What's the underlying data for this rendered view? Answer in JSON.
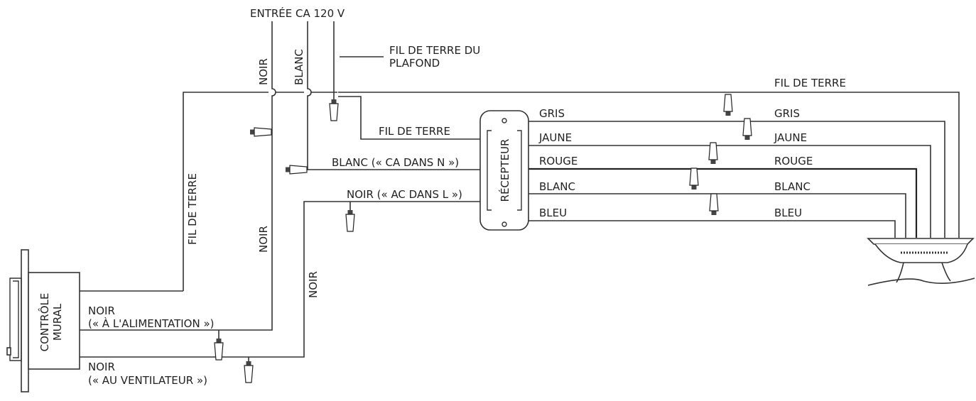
{
  "colors": {
    "line": "#333333",
    "text": "#222222"
  },
  "labels": {
    "input": "ENTRÉE CA 120 V",
    "ceiling_ground": [
      "FIL DE TERRE DU",
      "PLAFOND"
    ],
    "noir_top": "NOIR",
    "blanc_top": "BLANC",
    "ground_top_right": "FIL DE TERRE",
    "receiver": "RÉCEPTEUR",
    "receiver_ground": "FIL DE TERRE",
    "white_ac_n": "BLANC (« CA DANS N »)",
    "black_ac_l": "NOIR (« AC DANS L »)",
    "wall_ground": "FIL DE TERRE",
    "noir_mid": "NOIR",
    "noir_right": "NOIR",
    "wall_control": [
      "CONTRÔLE",
      "MURAL"
    ],
    "to_power": [
      "NOIR",
      "(« À L'ALIMENTATION »)"
    ],
    "to_fan": [
      "NOIR",
      "(« AU VENTILATEUR »)"
    ]
  },
  "receiver_out": [
    "GRIS",
    "JAUNE",
    "ROUGE",
    "BLANC",
    "BLEU"
  ],
  "fan_in": [
    "GRIS",
    "JAUNE",
    "ROUGE",
    "BLANC",
    "BLEU"
  ]
}
